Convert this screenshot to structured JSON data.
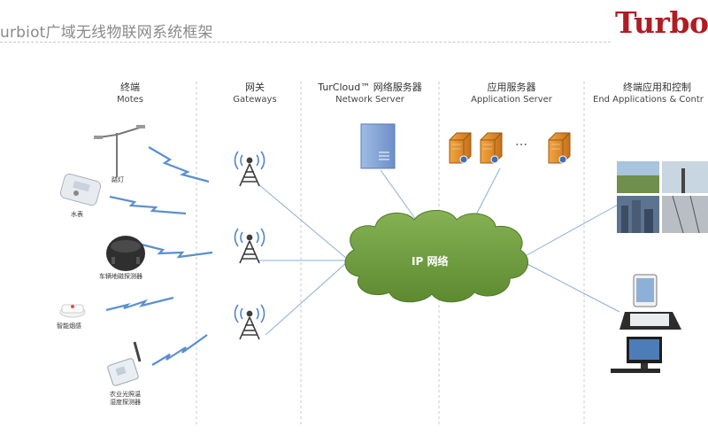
{
  "header": {
    "title": "urbiot广域无线物联网系统框架",
    "brand": "Turbo"
  },
  "columns": [
    {
      "cn": "终端",
      "en": "Motes"
    },
    {
      "cn": "网关",
      "en": "Gateways"
    },
    {
      "cn": "TurCloud™ 网络服务器",
      "en": "Network Server"
    },
    {
      "cn": "应用服务器",
      "en": "Application Server"
    },
    {
      "cn": "终端应用和控制",
      "en": "End Applications & Contr"
    }
  ],
  "motes": [
    {
      "label": "路灯",
      "icon": "streetlight-icon"
    },
    {
      "label": "水表",
      "icon": "water-meter-icon"
    },
    {
      "label": "车辆地磁探测器",
      "icon": "vehicle-detector-icon"
    },
    {
      "label": "智能烟感",
      "icon": "smoke-detector-icon"
    },
    {
      "label_line1": "农业光照温",
      "label_line2": "湿度探测器",
      "icon": "agri-sensor-icon"
    }
  ],
  "cloud": {
    "label": "IP 网络"
  },
  "app_server_ellipsis": "…",
  "colors": {
    "brand": "#b01c22",
    "cloud": "#6e9a3c",
    "server": "#e3901e",
    "network_server": "#7c9ed2",
    "link": "#8aaed6",
    "lightning": "#5b8fcf",
    "divider": "#c8c8c8"
  }
}
